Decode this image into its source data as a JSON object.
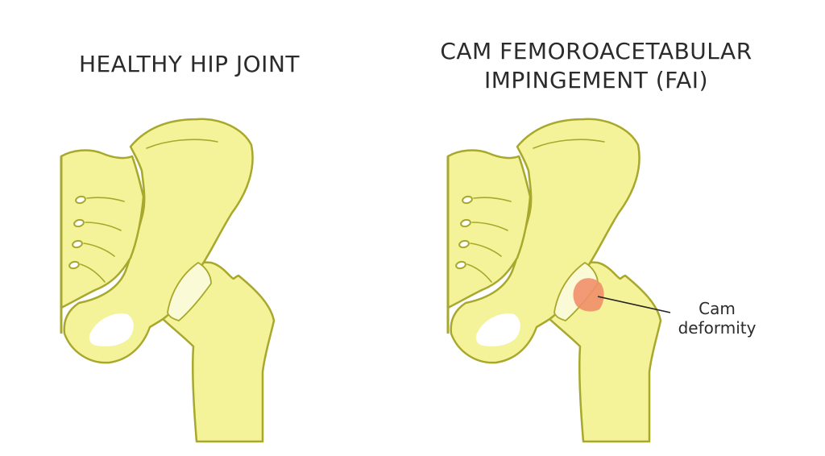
{
  "left_panel": {
    "title": "HEALTHY HIP JOINT"
  },
  "right_panel": {
    "title_line1": "CAM FEMOROACETABULAR",
    "title_line2": "IMPINGEMENT (FAI)",
    "annotation_line1": "Cam",
    "annotation_line2": "deformity"
  },
  "colors": {
    "bone_fill": "#f4f39a",
    "bone_outline": "#a8a82c",
    "cartilage": "#fbfad6",
    "cam_lesion": "#ef8f6a",
    "pointer_line": "#222222"
  }
}
